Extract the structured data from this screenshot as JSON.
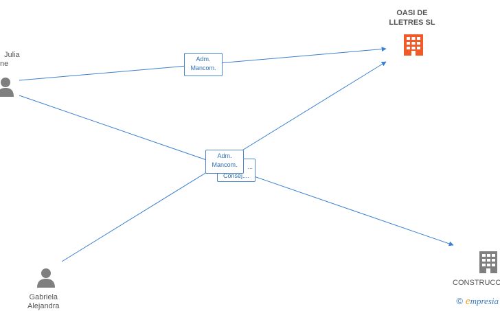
{
  "colors": {
    "edge": "#3b7fd0",
    "company_main": "#f05a28",
    "company_other": "#7f7f7f",
    "person": "#7f7f7f"
  },
  "nodes": {
    "company_top": {
      "name_line1": "OASI DE",
      "name_line2": "LLETRES  SL",
      "icon": "building-icon"
    },
    "company_bottom": {
      "name": "CONSTRUCC",
      "icon": "building-icon"
    },
    "person_left": {
      "name_line1": "Julia",
      "name_line2": "ne",
      "icon": "person-icon"
    },
    "person_bottom": {
      "name_line1": "Gabriela",
      "name_line2": "Alejandra",
      "icon": "person-icon"
    }
  },
  "edges": {
    "e1_label": {
      "line1": "Adm.",
      "line2": "Mancom."
    },
    "e2_label": {
      "line1": "Adm.",
      "line2": "Mancom."
    },
    "e3_label": {
      "line1": "...",
      "line2": "Consej...."
    }
  },
  "watermark": {
    "copyright": "©",
    "brand_e": "e",
    "brand_rest": "mpresia"
  }
}
